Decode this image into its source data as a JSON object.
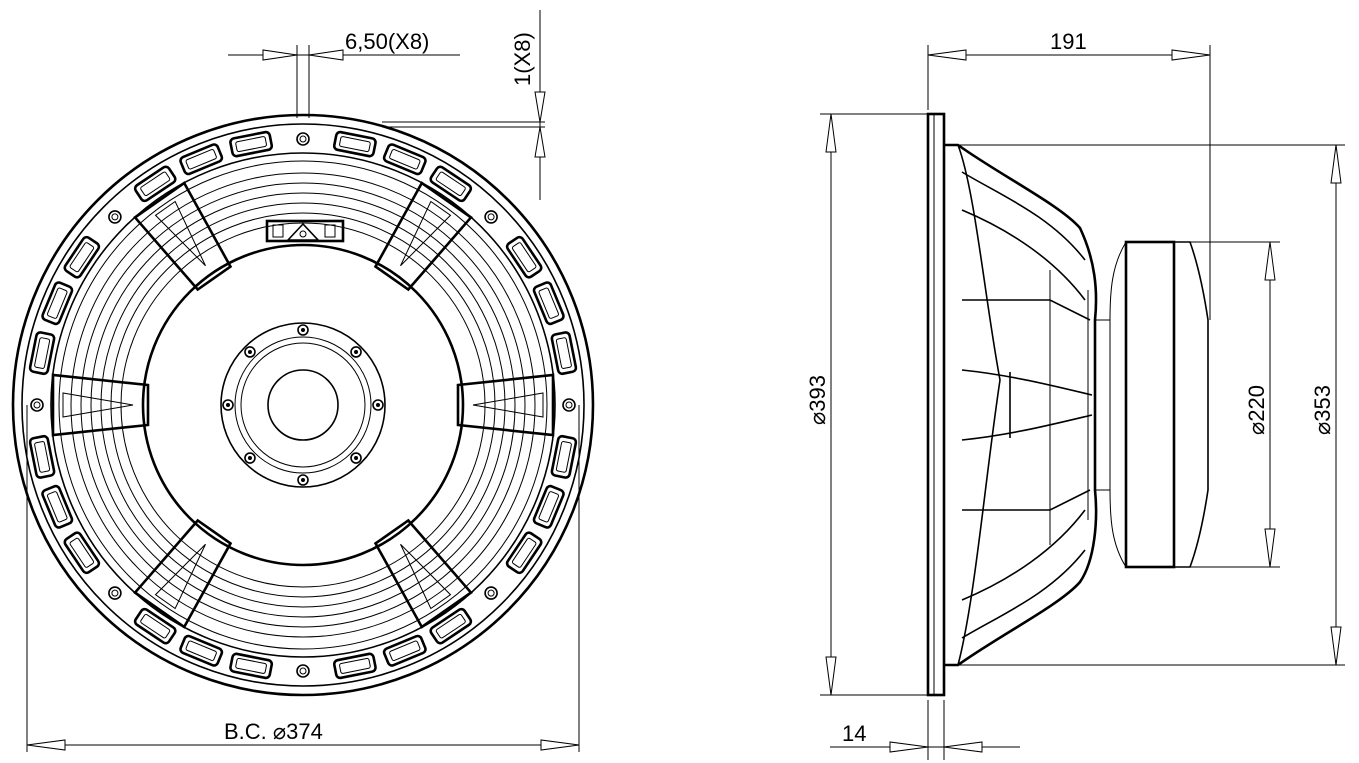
{
  "front_view": {
    "hole_dim_label": "6,50(X8)",
    "offset_dim_label": "1(X8)",
    "bolt_circle_label": "B.C. ⌀374"
  },
  "side_view": {
    "depth_label": "191",
    "flange_label": "14",
    "outer_diameter_label": "⌀393",
    "basket_diameter_label": "⌀353",
    "magnet_diameter_label": "⌀220"
  }
}
